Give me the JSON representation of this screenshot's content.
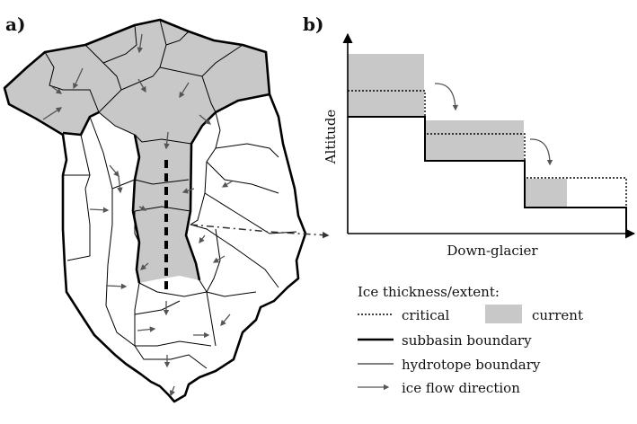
{
  "panel_a": {
    "label": "a)"
  },
  "panel_b": {
    "label": "b)",
    "xlabel": "Down-glacier",
    "ylabel": "Altitude"
  },
  "legend": {
    "title": "Ice thickness/extent:",
    "critical": "critical",
    "current": "current",
    "subbasin": "subbasin boundary",
    "hydrotope": "hydrotope boundary",
    "flow": "ice flow direction"
  },
  "colors": {
    "ice_fill": "#c8c8c8",
    "line": "#000000",
    "arrow": "#555555"
  }
}
